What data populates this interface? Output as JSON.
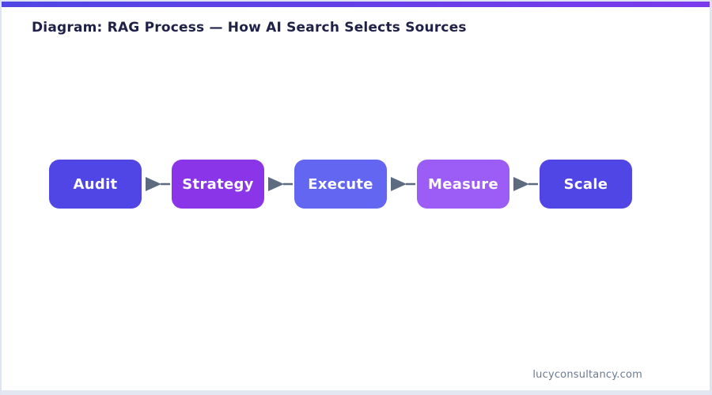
{
  "page": {
    "title": "Diagram: RAG Process — How AI Search Selects Sources",
    "footer": "lucyconsultancy.com"
  },
  "colors": {
    "top_bar_start": "#4F46E5",
    "top_bar_end": "#7C3AED",
    "title_text": "#1F2147",
    "footer_text": "#6B7A93",
    "page_border": "#DEE4F2",
    "arrow": "#5D6B80",
    "step_text": "#FFFFFF"
  },
  "flow": {
    "steps": [
      {
        "label": "Audit",
        "color": "#4F46E5"
      },
      {
        "label": "Strategy",
        "color": "#8B35E8"
      },
      {
        "label": "Execute",
        "color": "#6366F1"
      },
      {
        "label": "Measure",
        "color": "#9C5CF6"
      },
      {
        "label": "Scale",
        "color": "#4F46E5"
      }
    ]
  }
}
